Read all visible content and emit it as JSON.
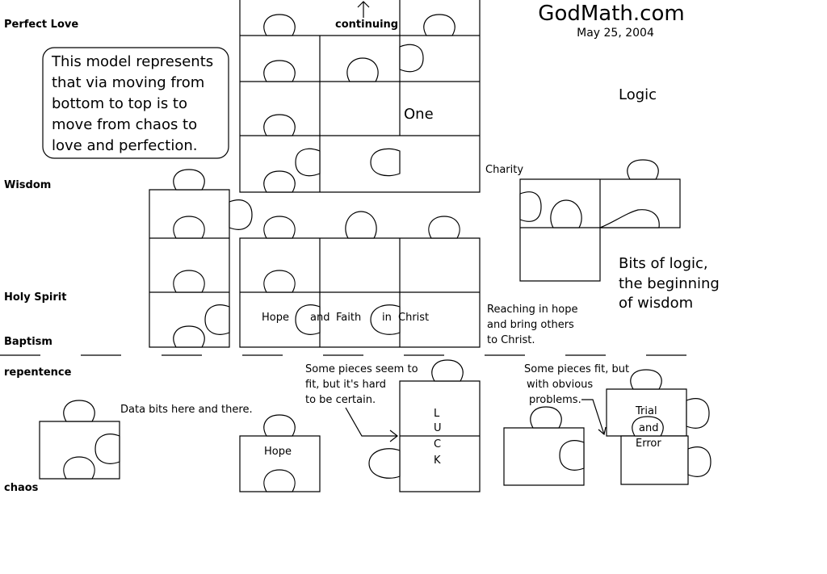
{
  "site": {
    "title": "GodMath.com",
    "date": "May 25, 2004"
  },
  "levels": [
    {
      "label": "Perfect Love"
    },
    {
      "label": "Wisdom"
    },
    {
      "label": "Holy Spirit"
    },
    {
      "label": "Baptism"
    },
    {
      "label": "repentence"
    },
    {
      "label": "chaos"
    }
  ],
  "note_box": {
    "lines": [
      "This model represents",
      "that via moving from",
      "bottom to top is to",
      "move from chaos to",
      "love and perfection."
    ]
  },
  "labels": {
    "continuing": "continuing",
    "one": "One",
    "logic": "Logic",
    "charity": "Charity",
    "bits_of_logic": [
      "Bits of logic,",
      "the beginning",
      "of wisdom"
    ],
    "hope": "Hope",
    "and": "and",
    "faith": "Faith",
    "in": "in",
    "christ": "Christ",
    "reaching": [
      "Reaching in hope",
      "and bring others",
      "to Christ."
    ],
    "data_bits": "Data bits here and there.",
    "hope_small": "Hope",
    "some_pieces_seem": [
      "Some pieces seem to",
      "fit, but it's hard",
      "to be certain."
    ],
    "luck": [
      "L",
      "U",
      "C",
      "K"
    ],
    "some_pieces_fit": [
      "Some pieces fit, but",
      "with obvious",
      "problems."
    ],
    "trial": "Trial",
    "and2": "and",
    "error": "Error"
  }
}
